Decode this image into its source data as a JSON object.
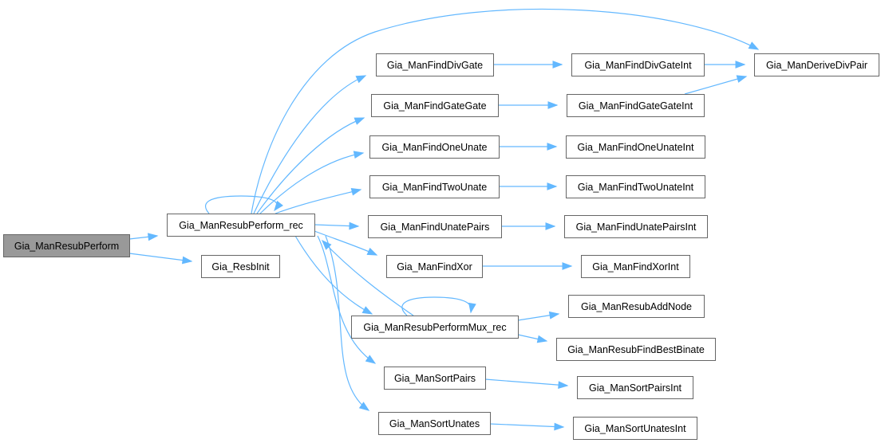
{
  "diagram": {
    "type": "call-graph",
    "nodes": [
      {
        "id": "perform",
        "label": "Gia_ManResubPerform",
        "root": true
      },
      {
        "id": "perform_rec",
        "label": "Gia_ManResubPerform_rec"
      },
      {
        "id": "resbinit",
        "label": "Gia_ResbInit"
      },
      {
        "id": "divgate",
        "label": "Gia_ManFindDivGate"
      },
      {
        "id": "gategate",
        "label": "Gia_ManFindGateGate"
      },
      {
        "id": "oneunate",
        "label": "Gia_ManFindOneUnate"
      },
      {
        "id": "twounate",
        "label": "Gia_ManFindTwoUnate"
      },
      {
        "id": "unatepairs",
        "label": "Gia_ManFindUnatePairs"
      },
      {
        "id": "xor",
        "label": "Gia_ManFindXor"
      },
      {
        "id": "mux_rec",
        "label": "Gia_ManResubPerformMux_rec"
      },
      {
        "id": "sortpairs",
        "label": "Gia_ManSortPairs"
      },
      {
        "id": "sortunates",
        "label": "Gia_ManSortUnates"
      },
      {
        "id": "divgateint",
        "label": "Gia_ManFindDivGateInt"
      },
      {
        "id": "derivedivpair",
        "label": "Gia_ManDeriveDivPair"
      },
      {
        "id": "gategateint",
        "label": "Gia_ManFindGateGateInt"
      },
      {
        "id": "oneunateint",
        "label": "Gia_ManFindOneUnateInt"
      },
      {
        "id": "twounateint",
        "label": "Gia_ManFindTwoUnateInt"
      },
      {
        "id": "unatepairsint",
        "label": "Gia_ManFindUnatePairsInt"
      },
      {
        "id": "xorint",
        "label": "Gia_ManFindXorInt"
      },
      {
        "id": "addnode",
        "label": "Gia_ManResubAddNode"
      },
      {
        "id": "bestbinate",
        "label": "Gia_ManResubFindBestBinate"
      },
      {
        "id": "sortpairsint",
        "label": "Gia_ManSortPairsInt"
      },
      {
        "id": "sortunatesint",
        "label": "Gia_ManSortUnatesInt"
      }
    ],
    "edges": [
      {
        "from": "perform",
        "to": "perform_rec"
      },
      {
        "from": "perform",
        "to": "resbinit"
      },
      {
        "from": "perform_rec",
        "to": "perform_rec"
      },
      {
        "from": "perform_rec",
        "to": "derivedivpair"
      },
      {
        "from": "perform_rec",
        "to": "divgate"
      },
      {
        "from": "perform_rec",
        "to": "gategate"
      },
      {
        "from": "perform_rec",
        "to": "oneunate"
      },
      {
        "from": "perform_rec",
        "to": "twounate"
      },
      {
        "from": "perform_rec",
        "to": "unatepairs"
      },
      {
        "from": "perform_rec",
        "to": "xor"
      },
      {
        "from": "perform_rec",
        "to": "mux_rec"
      },
      {
        "from": "perform_rec",
        "to": "sortpairs"
      },
      {
        "from": "perform_rec",
        "to": "sortunates"
      },
      {
        "from": "mux_rec",
        "to": "perform_rec"
      },
      {
        "from": "mux_rec",
        "to": "mux_rec"
      },
      {
        "from": "mux_rec",
        "to": "addnode"
      },
      {
        "from": "mux_rec",
        "to": "bestbinate"
      },
      {
        "from": "divgate",
        "to": "divgateint"
      },
      {
        "from": "divgateint",
        "to": "derivedivpair"
      },
      {
        "from": "gategate",
        "to": "gategateint"
      },
      {
        "from": "gategateint",
        "to": "derivedivpair"
      },
      {
        "from": "oneunate",
        "to": "oneunateint"
      },
      {
        "from": "twounate",
        "to": "twounateint"
      },
      {
        "from": "unatepairs",
        "to": "unatepairsint"
      },
      {
        "from": "xor",
        "to": "xorint"
      },
      {
        "from": "sortpairs",
        "to": "sortpairsint"
      },
      {
        "from": "sortunates",
        "to": "sortunatesint"
      }
    ],
    "colors": {
      "edge": "#63b8ff",
      "node_fill": "#ffffff",
      "node_border": "#666666",
      "root_fill": "#999999",
      "text": "#000000"
    }
  }
}
